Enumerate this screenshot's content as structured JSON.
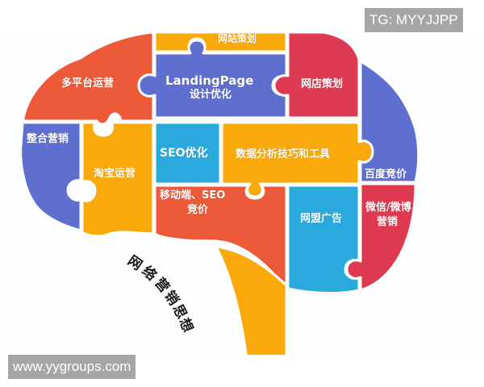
{
  "watermarks": {
    "top_right": "TG: MYYJJPP",
    "bottom_left": "www.yygroups.com"
  },
  "diagram": {
    "title": "网络营销思想",
    "type": "brain-puzzle",
    "colors": {
      "orange_red": "#ec5a3a",
      "amber": "#f9a90a",
      "indigo": "#5f6fd0",
      "crimson": "#dd3a52",
      "sky_blue": "#2aa9dd",
      "outline": "#ffffff"
    },
    "pieces": [
      {
        "id": "website-planning",
        "label": "网站策划",
        "color": "amber"
      },
      {
        "id": "multi-platform-ops",
        "label": "多平台运营",
        "color": "orange_red"
      },
      {
        "id": "landing-page",
        "label_line1": "LandingPage",
        "label_line2": "设计优化",
        "color": "indigo"
      },
      {
        "id": "shop-planning",
        "label": "网店策划",
        "color": "crimson"
      },
      {
        "id": "integrated-marketing",
        "label": "整合营销",
        "color": "indigo"
      },
      {
        "id": "taobao-ops",
        "label": "淘宝运营",
        "color": "amber"
      },
      {
        "id": "seo-optimization",
        "label": "SEO优化",
        "color": "sky_blue"
      },
      {
        "id": "data-analysis",
        "label": "数据分析技巧和工具",
        "color": "amber"
      },
      {
        "id": "baidu-bidding",
        "label": "百度竞价",
        "color": "indigo"
      },
      {
        "id": "mobile-seo",
        "label_line1": "移动端、SEO",
        "label_line2": "竞价",
        "color": "orange_red"
      },
      {
        "id": "affiliate-ads",
        "label": "网盟广告",
        "color": "sky_blue"
      },
      {
        "id": "wechat-weibo",
        "label_line1": "微信/微博",
        "label_line2": "营销",
        "color": "crimson"
      },
      {
        "id": "brain-stem",
        "label": "",
        "color": "amber"
      }
    ],
    "arc_title_chars": [
      "网",
      "络",
      "营",
      "销",
      "思",
      "想"
    ]
  }
}
